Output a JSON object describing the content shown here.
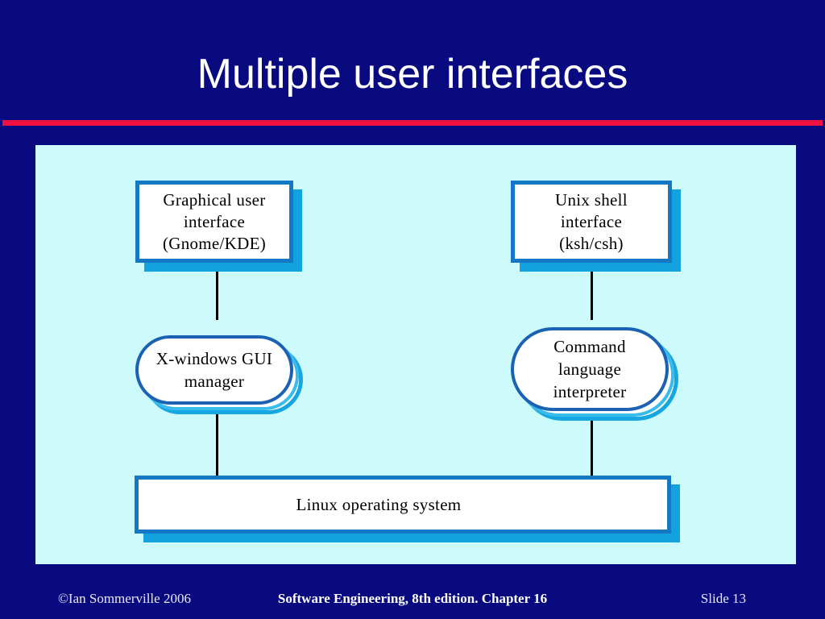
{
  "slide": {
    "title": "Multiple user interfaces",
    "background_color": "#0A0A80",
    "rule_color": "#F01040",
    "panel_color": "#CDFAFA"
  },
  "diagram": {
    "nodes": [
      {
        "id": "gui-interface",
        "shape": "rectangle",
        "lines": [
          "Graphical user",
          "interface",
          "(Gnome/KDE)"
        ],
        "border_color": "#1478C4",
        "shadow_color": "#12A3DF"
      },
      {
        "id": "unix-shell-interface",
        "shape": "rectangle",
        "lines": [
          "Unix shell",
          "interface",
          "(ksh/csh)"
        ],
        "border_color": "#1478C4",
        "shadow_color": "#12A3DF"
      },
      {
        "id": "x-windows-gui-manager",
        "shape": "stadium",
        "lines": [
          "X-windows GUI",
          "manager"
        ],
        "border_color": "#1B62B4",
        "shadow_color": "#17A7E0"
      },
      {
        "id": "command-language-interpreter",
        "shape": "stadium",
        "lines": [
          "Command",
          "language",
          "interpreter"
        ],
        "border_color": "#1B62B4",
        "shadow_color": "#17A7E0"
      },
      {
        "id": "linux-operating-system",
        "shape": "bar",
        "lines": [
          "Linux operating system"
        ],
        "border_color": "#1478C4",
        "shadow_color": "#12A3DF"
      }
    ],
    "connector_color": "#000000"
  },
  "footer": {
    "copyright": "©Ian Sommerville 2006",
    "center": "Software Engineering, 8th edition. Chapter 16",
    "slide_number": "Slide  13"
  }
}
